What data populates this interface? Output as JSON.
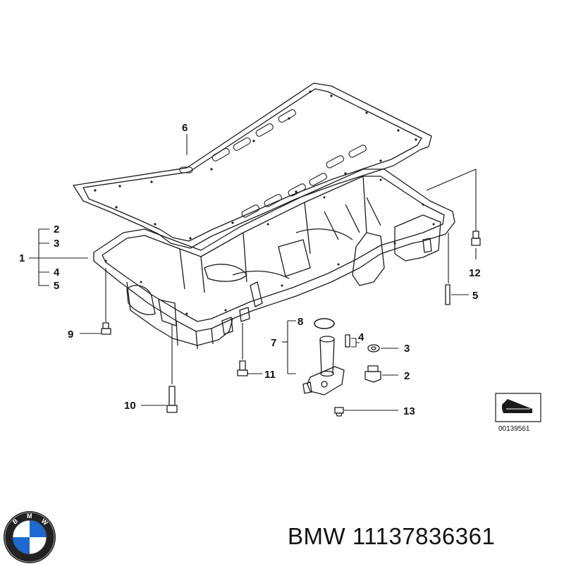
{
  "diagram": {
    "callouts": [
      "1",
      "2",
      "3",
      "4",
      "5",
      "6",
      "7",
      "8",
      "9",
      "10",
      "11",
      "12",
      "5",
      "4",
      "3",
      "2",
      "13"
    ],
    "reference_number": "00139561"
  },
  "logo": {
    "letters": "BMW"
  },
  "footer": {
    "part_label": "BMW 11137836361"
  },
  "colors": {
    "line": "#1a1a1a",
    "background": "#ffffff",
    "logo_blue": "#1c69d4"
  }
}
